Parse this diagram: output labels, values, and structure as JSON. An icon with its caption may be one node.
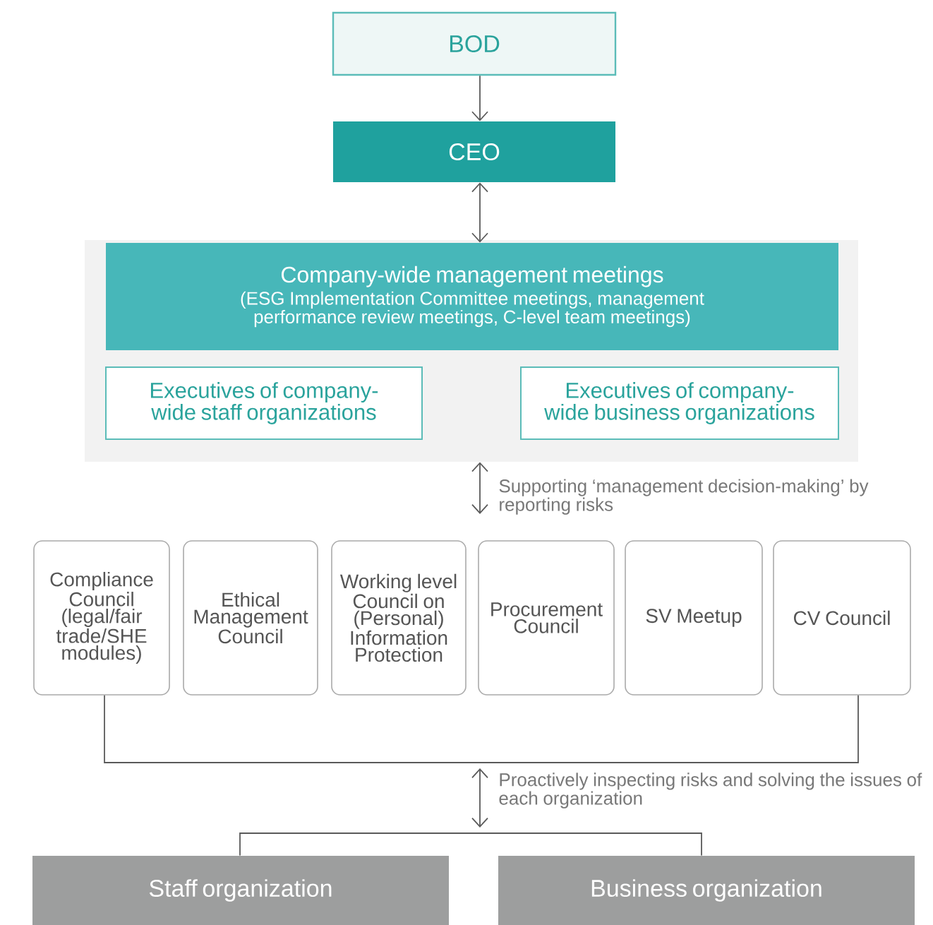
{
  "diagram": {
    "nodes": [
      {
        "text": [
          "BOD"
        ]
      },
      {
        "text": [
          "CEO"
        ]
      },
      {
        "text": [],
        "shape": "box"
      },
      {
        "text": [
          "Company-wide management meetings",
          "(ESG Implementation Committee meetings, management performance review meetings, C-level team meetings)"
        ],
        "in": 2
      },
      {
        "text": [
          "Executives of company-wide staff organizations"
        ],
        "in": 2
      },
      {
        "text": [
          "Executives of company-wide business organizations"
        ],
        "in": 2
      },
      {
        "text": [
          "Compliance Council (legal/fair trade/SHE modules)"
        ]
      },
      {
        "text": [
          "Ethical Management Council"
        ]
      },
      {
        "text": [
          "Working level Council on (Personal) Information Protection"
        ]
      },
      {
        "text": [
          "Procurement Council"
        ]
      },
      {
        "text": [
          "SV Meetup"
        ]
      },
      {
        "text": [
          "CV Council"
        ]
      },
      {
        "text": [
          "Staff organization"
        ]
      },
      {
        "text": [
          "Business organization"
        ]
      }
    ],
    "edges": [
      {
        "from": 0,
        "to": 1,
        "arrow": "to"
      },
      {
        "from": 1,
        "to": 3,
        "arrow": "both"
      },
      {
        "from": 2,
        "to": null,
        "arrow": "both",
        "label": "Supporting ‘management decision-making’ by reporting risks"
      },
      {
        "from": 6,
        "to": 11,
        "arrow": "none"
      },
      {
        "from": null,
        "to": 12,
        "arrow": "none"
      },
      {
        "from": null,
        "to": 13,
        "arrow": "none"
      }
    ],
    "labels": [
      "Proactively inspecting risks and solving the issues of each organization"
    ]
  }
}
